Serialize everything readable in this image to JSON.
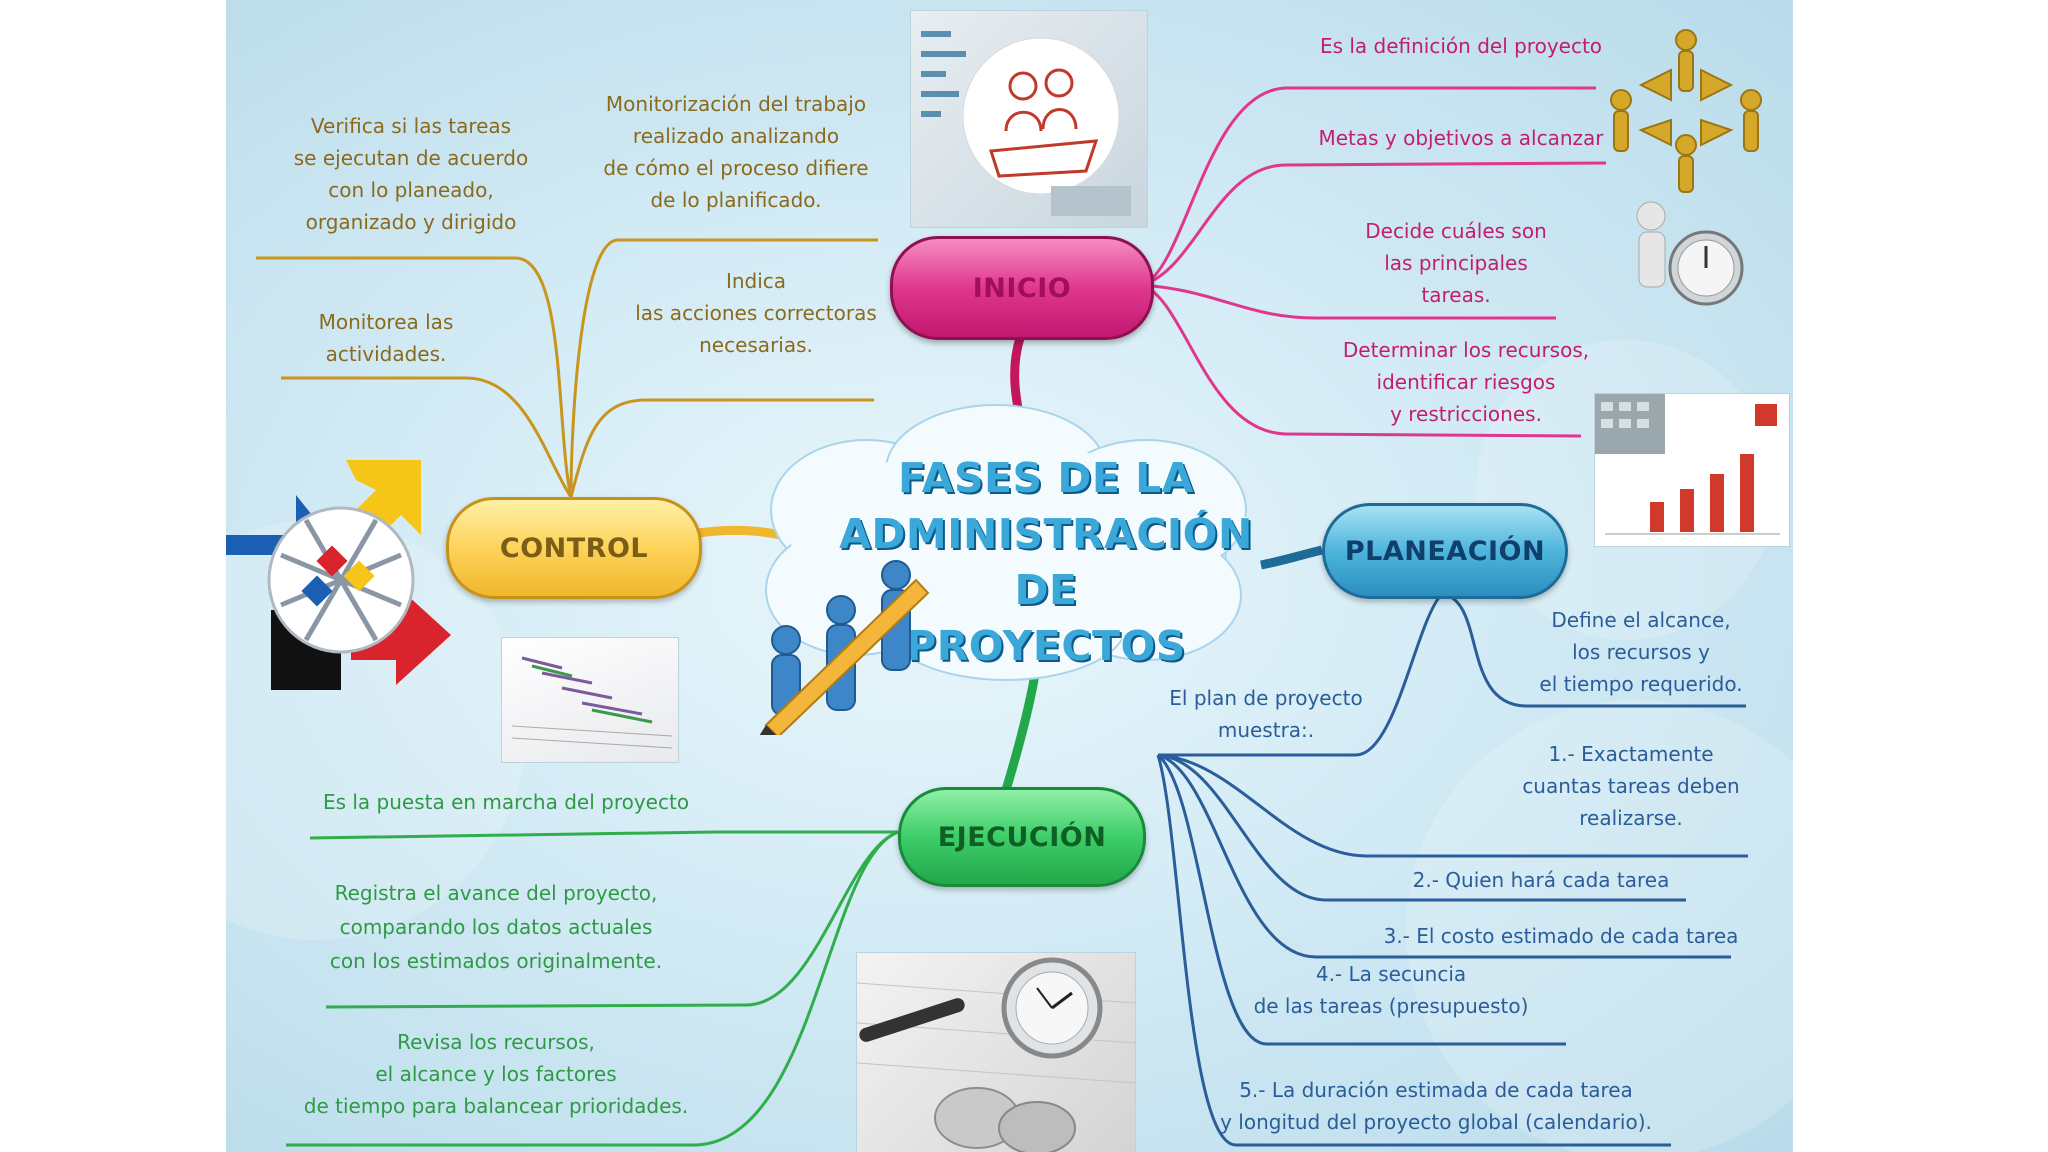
{
  "title": {
    "line1": "FASES DE LA",
    "line2": "ADMINISTRACIÓN DE",
    "line3": "PROYECTOS"
  },
  "nodes": {
    "inicio": "INICIO",
    "control": "CONTROL",
    "planeacion": "PLANEACIÓN",
    "ejecucion": "EJECUCIÓN"
  },
  "inicio_items": [
    "Es la definición del proyecto",
    "Metas y objetivos a alcanzar",
    "Decide cuáles son\nlas principales\ntareas.",
    "Determinar los recursos,\nidentificar riesgos\ny restricciones."
  ],
  "control_items": [
    "Verifica si las tareas\nse ejecutan de acuerdo\ncon lo planeado,\norganizado y dirigido",
    "Monitorización del trabajo\nrealizado analizando\nde cómo el proceso difiere\nde lo planificado.",
    "Monitorea las\nactividades.",
    "Indica\nlas acciones correctoras\nnecesarias."
  ],
  "planeacion_items": [
    "Define el alcance,\nlos recursos y\nel tiempo requerido.",
    "El plan de proyecto\nmuestra:.",
    "1.- Exactamente\ncuantas tareas deben\nrealizarse.",
    "2.- Quien hará cada tarea",
    "3.- El costo estimado de cada tarea",
    "4.- La secuncia\nde las tareas (presupuesto)",
    "5.- La duración estimada de cada tarea\ny longitud del proyecto global (calendario)."
  ],
  "ejecucion_items": [
    "Es la puesta en marcha del proyecto",
    "Registra el avance del proyecto,\ncomparando los datos actuales\ncon los estimados originalmente.",
    "Revisa los recursos,\nel alcance y los factores\nde tiempo para balancear prioridades."
  ],
  "colors": {
    "inicio": "#e0378e",
    "control": "#f0b72d",
    "planeacion": "#2a8fbf",
    "ejecucion": "#22a84a"
  }
}
